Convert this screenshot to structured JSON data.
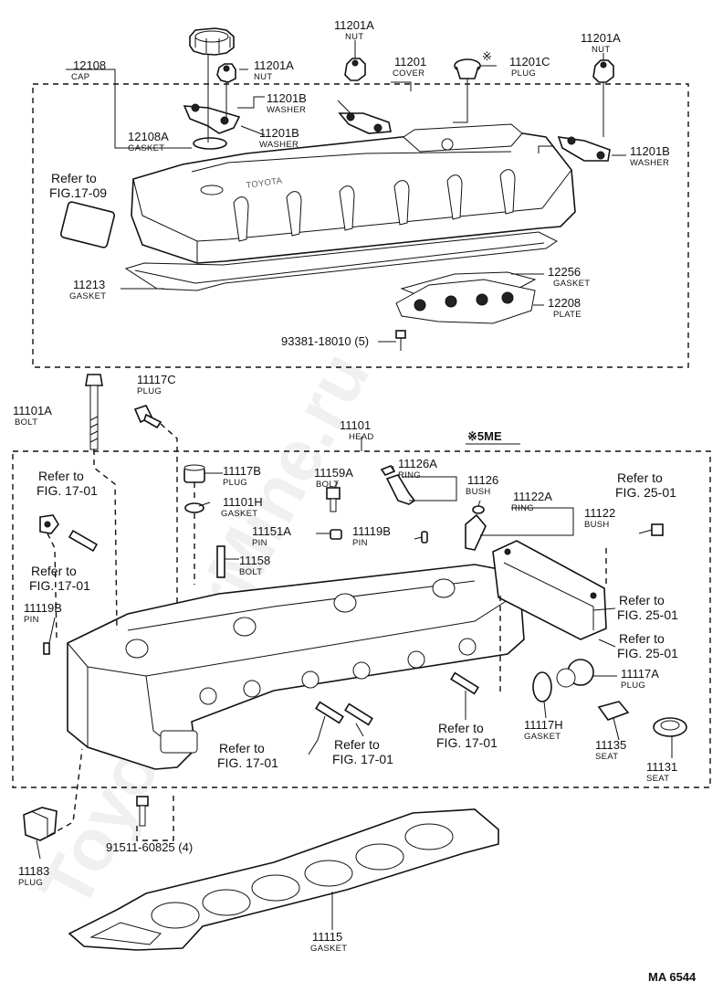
{
  "watermark": "ToyotaCarMine.ru",
  "footer": {
    "code": "MA  6544"
  },
  "section_mark": "※5ME",
  "plug_mark": "※",
  "labels": {
    "p12108": {
      "num": "12108",
      "name": "CAP"
    },
    "p11201A_nut1": {
      "num": "11201A",
      "name": "NUT"
    },
    "p11201A_nut2": {
      "num": "11201A",
      "name": "NUT"
    },
    "p11201A_nut3": {
      "num": "11201A",
      "name": "NUT"
    },
    "p11201": {
      "num": "11201",
      "name": "COVER"
    },
    "p11201C": {
      "num": "11201C",
      "name": "PLUG"
    },
    "p11201B_w1": {
      "num": "11201B",
      "name": "WASHER"
    },
    "p11201B_w2": {
      "num": "11201B",
      "name": "WASHER"
    },
    "p11201B_w3": {
      "num": "11201B",
      "name": "WASHER"
    },
    "p12108A": {
      "num": "12108A",
      "name": "GASKET"
    },
    "p11213": {
      "num": "11213",
      "name": "GASKET"
    },
    "p12256": {
      "num": "12256",
      "name": "GASKET"
    },
    "p12208": {
      "num": "12208",
      "name": "PLATE"
    },
    "p93381": {
      "num": "93381-18010 (5)"
    },
    "p11101A": {
      "num": "11101A",
      "name": "BOLT"
    },
    "p11117C": {
      "num": "11117C",
      "name": "PLUG"
    },
    "p11101": {
      "num": "11101",
      "name": "HEAD"
    },
    "p11117B": {
      "num": "11117B",
      "name": "PLUG"
    },
    "p11101H": {
      "num": "11101H",
      "name": "GASKET"
    },
    "p11159A": {
      "num": "11159A",
      "name": "BOLT"
    },
    "p11126A": {
      "num": "11126A",
      "name": "RING"
    },
    "p11126": {
      "num": "11126",
      "name": "BUSH"
    },
    "p11122A": {
      "num": "11122A",
      "name": "RING"
    },
    "p11122": {
      "num": "11122",
      "name": "BUSH"
    },
    "p11151A": {
      "num": "11151A",
      "name": "PIN"
    },
    "p11119B_top": {
      "num": "11119B",
      "name": "PIN"
    },
    "p11158": {
      "num": "11158",
      "name": "BOLT"
    },
    "p11119B_left": {
      "num": "11119B",
      "name": "PIN"
    },
    "p11117A": {
      "num": "11117A",
      "name": "PLUG"
    },
    "p11117H": {
      "num": "11117H",
      "name": "GASKET"
    },
    "p11135": {
      "num": "11135",
      "name": "SEAT"
    },
    "p11131": {
      "num": "11131",
      "name": "SEAT"
    },
    "p11183": {
      "num": "11183",
      "name": "PLUG"
    },
    "p91511": {
      "num": "91511-60825 (4)"
    },
    "p11115": {
      "num": "11115",
      "name": "GASKET"
    }
  },
  "refs": {
    "r1709": {
      "line1": "Refer to",
      "line2": "FIG.17-09"
    },
    "r1701a": {
      "line1": "Refer to",
      "line2": "FIG. 17-01"
    },
    "r1701b": {
      "line1": "Refer to",
      "line2": "FIG. 17-01"
    },
    "r2501a": {
      "line1": "Refer to",
      "line2": "FIG. 25-01"
    },
    "r2501b": {
      "line1": "Refer to",
      "line2": "FIG. 25-01"
    },
    "r2501c": {
      "line1": "Refer to",
      "line2": "FIG. 25-01"
    },
    "r1701c": {
      "line1": "Refer to",
      "line2": "FIG. 17-01"
    },
    "r1701d": {
      "line1": "Refer to",
      "line2": "FIG. 17-01"
    },
    "r1701e": {
      "line1": "Refer to",
      "line2": "FIG. 17-01"
    }
  }
}
